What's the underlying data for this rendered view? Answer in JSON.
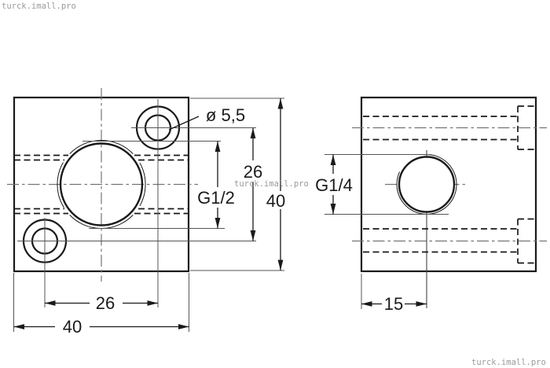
{
  "watermarks": {
    "top_left": "turck.imall.pro",
    "center": "turck.imall.pro",
    "bottom_right": "turck.imall.pro"
  },
  "front_view": {
    "hole_diameter_label": "ø 5,5",
    "hole_spacing_vertical": "26",
    "height": "40",
    "thread_label": "G1/2",
    "hole_spacing_horizontal": "26",
    "width": "40"
  },
  "side_view": {
    "thread_label": "G1/4",
    "thread_offset": "15"
  },
  "colors": {
    "block_fill": "#d5d5d5",
    "line": "#1a1a1a",
    "centerline": "#757575",
    "watermark": "#9a9a9a"
  }
}
